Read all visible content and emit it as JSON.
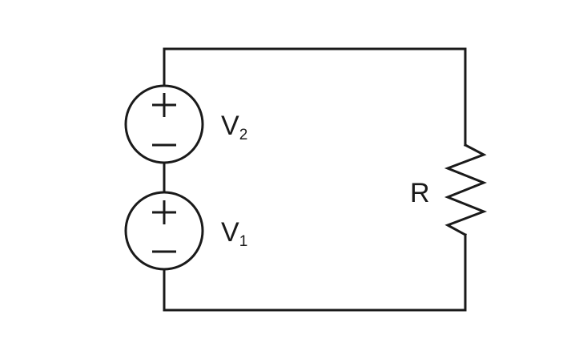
{
  "circuit": {
    "sources": [
      {
        "name": "V",
        "subscript": "2",
        "polarity_top": "+",
        "polarity_bottom": "−"
      },
      {
        "name": "V",
        "subscript": "1",
        "polarity_top": "+",
        "polarity_bottom": "−"
      }
    ],
    "resistor": {
      "label": "R"
    },
    "colors": {
      "stroke": "#1a1a1a",
      "background": "#ffffff"
    }
  }
}
